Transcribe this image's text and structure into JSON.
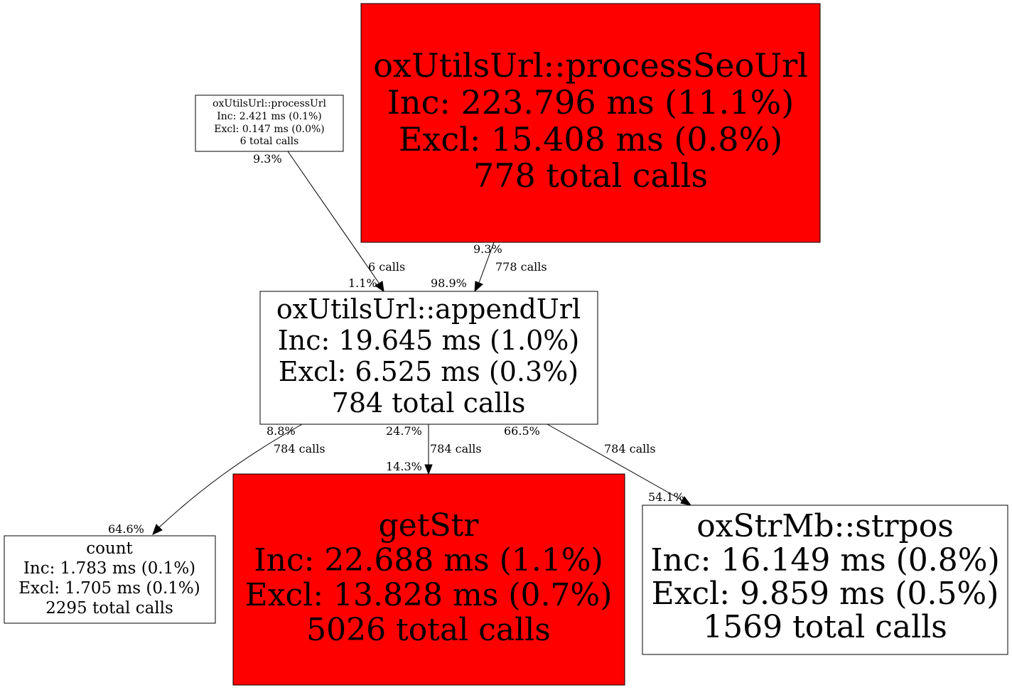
{
  "nodes": {
    "processSeoUrl": {
      "name": "oxUtilsUrl::processSeoUrl",
      "inc": "Inc: 223.796 ms (11.1%)",
      "excl": "Excl: 15.408 ms (0.8%)",
      "calls": "778 total calls",
      "fill": "#ff0000"
    },
    "processUrl": {
      "name": "oxUtilsUrl::processUrl",
      "inc": "Inc: 2.421 ms (0.1%)",
      "excl": "Excl: 0.147 ms (0.0%)",
      "calls": "6 total calls",
      "fill": "#ffffff"
    },
    "appendUrl": {
      "name": "oxUtilsUrl::appendUrl",
      "inc": "Inc: 19.645 ms (1.0%)",
      "excl": "Excl: 6.525 ms (0.3%)",
      "calls": "784 total calls",
      "fill": "#ffffff"
    },
    "count": {
      "name": "count",
      "inc": "Inc: 1.783 ms (0.1%)",
      "excl": "Excl: 1.705 ms (0.1%)",
      "calls": "2295 total calls",
      "fill": "#ffffff"
    },
    "getStr": {
      "name": "getStr",
      "inc": "Inc: 22.688 ms (1.1%)",
      "excl": "Excl: 13.828 ms (0.7%)",
      "calls": "5026 total calls",
      "fill": "#ff0000"
    },
    "strpos": {
      "name": "oxStrMb::strpos",
      "inc": "Inc: 16.149 ms (0.8%)",
      "excl": "Excl: 9.859 ms (0.5%)",
      "calls": "1569 total calls",
      "fill": "#ffffff"
    }
  },
  "edges": {
    "processUrl_appendUrl": {
      "tail": "9.3%",
      "calls": "6 calls",
      "head": "1.1%"
    },
    "processSeoUrl_appendUrl": {
      "tail": "9.3%",
      "calls": "778 calls",
      "head": "98.9%"
    },
    "appendUrl_count": {
      "tail": "8.8%",
      "calls": "784 calls",
      "head": "64.6%"
    },
    "appendUrl_getStr": {
      "tail": "24.7%",
      "calls": "784 calls",
      "head": "14.3%"
    },
    "appendUrl_strpos": {
      "tail": "66.5%",
      "calls": "784 calls",
      "head": "54.1%"
    }
  }
}
